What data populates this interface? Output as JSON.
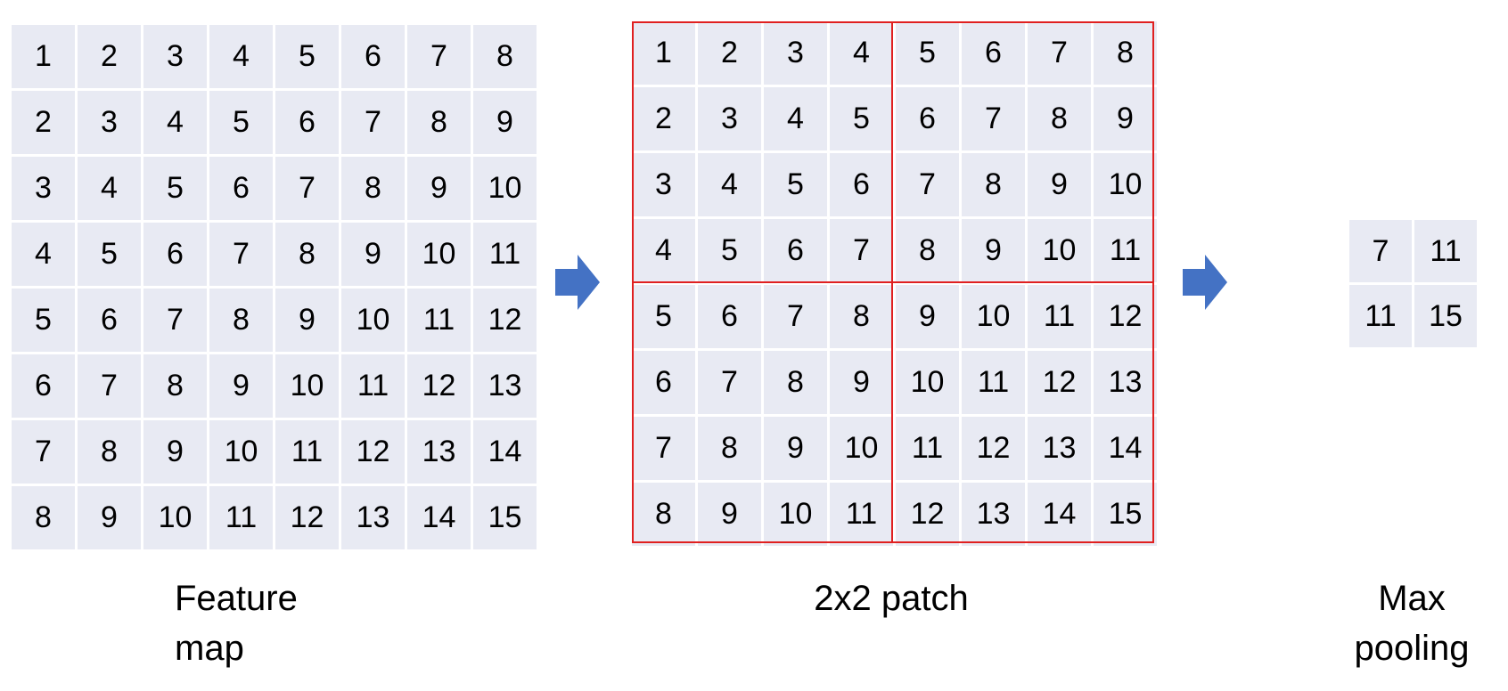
{
  "feature_map": {
    "caption_line1": "Feature",
    "caption_line2": "map",
    "rows": [
      [
        "1",
        "2",
        "3",
        "4",
        "5",
        "6",
        "7",
        "8"
      ],
      [
        "2",
        "3",
        "4",
        "5",
        "6",
        "7",
        "8",
        "9"
      ],
      [
        "3",
        "4",
        "5",
        "6",
        "7",
        "8",
        "9",
        "10"
      ],
      [
        "4",
        "5",
        "6",
        "7",
        "8",
        "9",
        "10",
        "11"
      ],
      [
        "5",
        "6",
        "7",
        "8",
        "9",
        "10",
        "11",
        "12"
      ],
      [
        "6",
        "7",
        "8",
        "9",
        "10",
        "11",
        "12",
        "13"
      ],
      [
        "7",
        "8",
        "9",
        "10",
        "11",
        "12",
        "13",
        "14"
      ],
      [
        "8",
        "9",
        "10",
        "11",
        "12",
        "13",
        "14",
        "15"
      ]
    ]
  },
  "patch": {
    "caption": "2x2 patch",
    "border_color": "#e02020",
    "rows": [
      [
        "1",
        "2",
        "3",
        "4",
        "5",
        "6",
        "7",
        "8"
      ],
      [
        "2",
        "3",
        "4",
        "5",
        "6",
        "7",
        "8",
        "9"
      ],
      [
        "3",
        "4",
        "5",
        "6",
        "7",
        "8",
        "9",
        "10"
      ],
      [
        "4",
        "5",
        "6",
        "7",
        "8",
        "9",
        "10",
        "11"
      ],
      [
        "5",
        "6",
        "7",
        "8",
        "9",
        "10",
        "11",
        "12"
      ],
      [
        "6",
        "7",
        "8",
        "9",
        "10",
        "11",
        "12",
        "13"
      ],
      [
        "7",
        "8",
        "9",
        "10",
        "11",
        "12",
        "13",
        "14"
      ],
      [
        "8",
        "9",
        "10",
        "11",
        "12",
        "13",
        "14",
        "15"
      ]
    ]
  },
  "max_pooling": {
    "caption_line1": "Max",
    "caption_line2": "pooling",
    "rows": [
      [
        "7",
        "11"
      ],
      [
        "11",
        "15"
      ]
    ]
  },
  "colors": {
    "cell_fill": "#e8eaf3",
    "arrow_fill": "#4472c4"
  },
  "icons": [
    "right-arrow-icon",
    "right-arrow-icon"
  ]
}
